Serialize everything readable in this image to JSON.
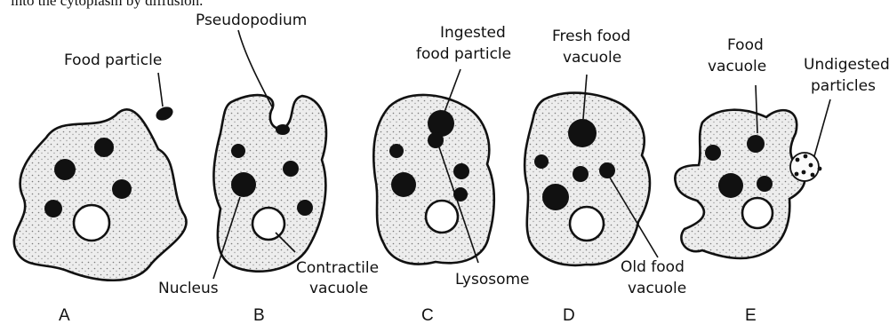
{
  "header_text": "into the cytoplasm by diffusion.",
  "panels": {
    "a": {
      "letter": "A",
      "food_particle": "Food particle"
    },
    "b": {
      "letter": "B",
      "pseudopodium": "Pseudopodium",
      "nucleus": "Nucleus",
      "contractile_vacuole": [
        "Contractile",
        "vacuole"
      ]
    },
    "c": {
      "letter": "C",
      "ingested_food_particle": [
        "Ingested",
        "food particle"
      ],
      "lysosome": "Lysosome"
    },
    "d": {
      "letter": "D",
      "fresh_food_vacuole": [
        "Fresh food",
        "vacuole"
      ],
      "old_food_vacuole": [
        "Old food",
        "vacuole"
      ]
    },
    "e": {
      "letter": "E",
      "food_vacuole": [
        "Food",
        "vacuole"
      ],
      "undigested_particles": [
        "Undigested",
        "particles"
      ]
    }
  },
  "colors": {
    "cytoplasm": "#e7e7e7",
    "outline": "#111111",
    "vacuole_fill": "#ffffff"
  }
}
